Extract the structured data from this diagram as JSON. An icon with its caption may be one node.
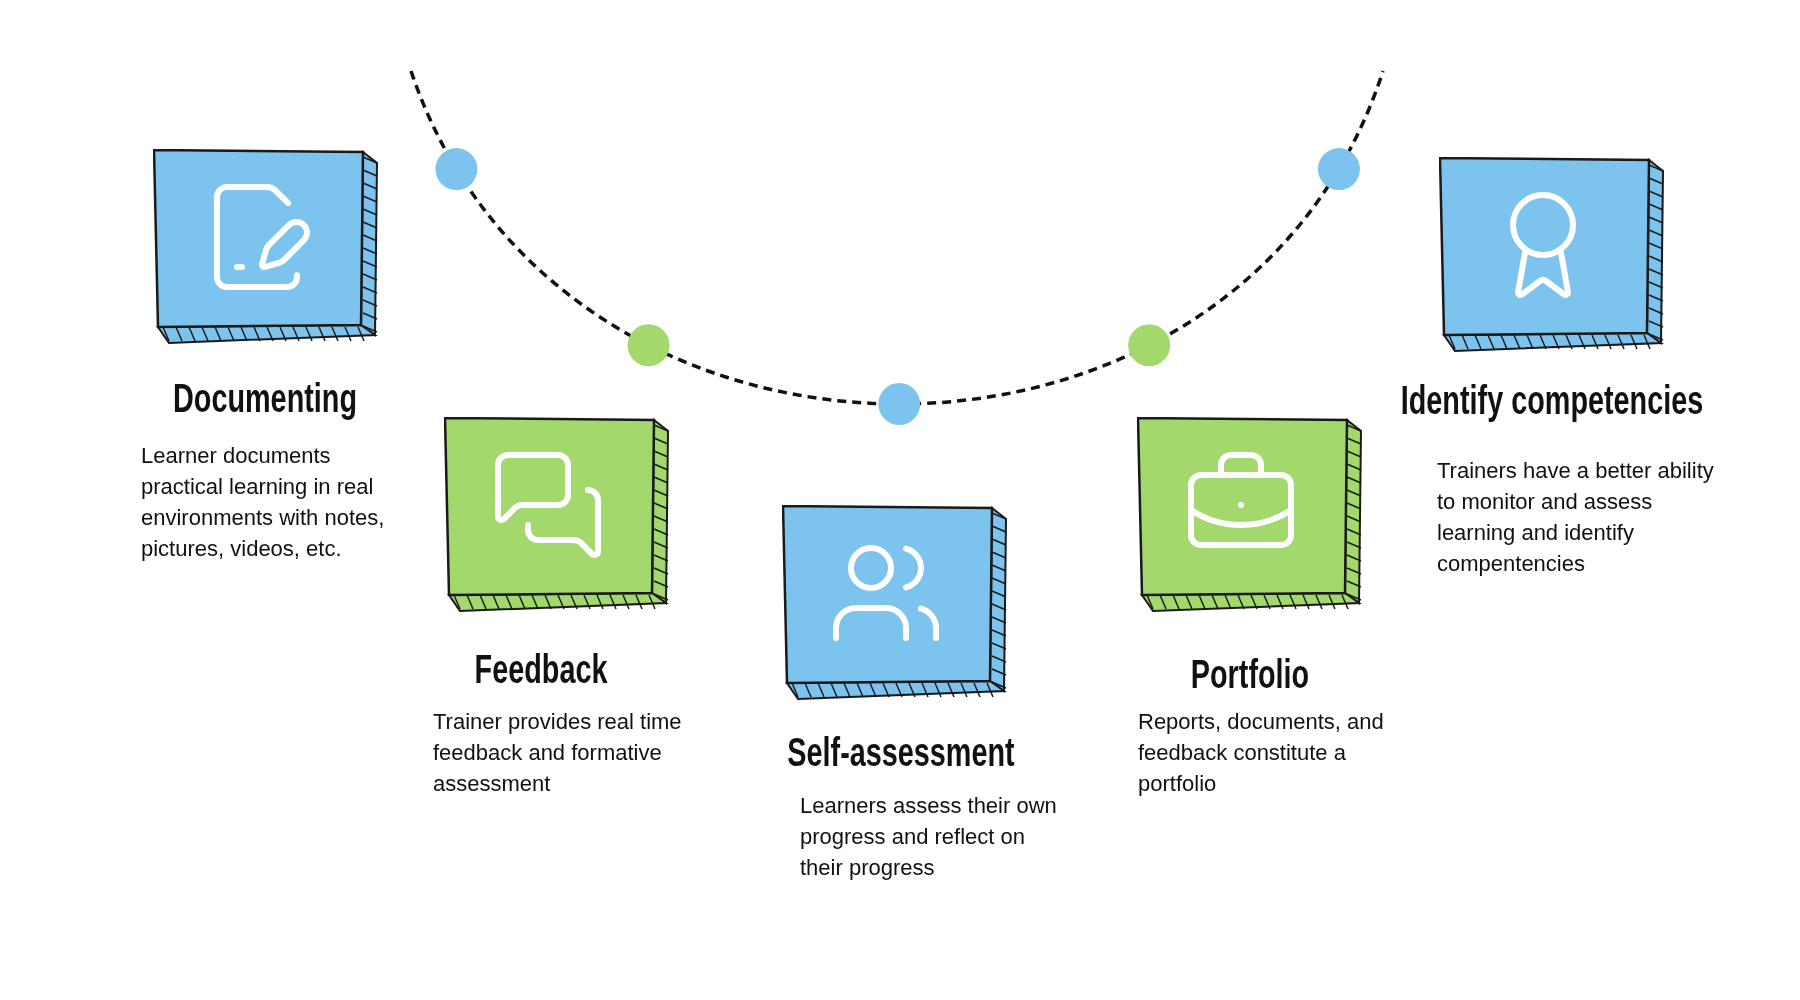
{
  "diagram": {
    "nodes": [
      {
        "text": [
          "Documenting",
          "Learner documents practical learning in real environments with notes, pictures, videos, etc."
        ]
      },
      {
        "text": [
          "Feedback",
          "Trainer provides real time feedback and formative assessment"
        ]
      },
      {
        "text": [
          "Self-assessment",
          "Learners assess their own progress and reflect on their progress"
        ]
      },
      {
        "text": [
          "Portfolio",
          "Reports, documents, and feedback constitute a portfolio"
        ]
      },
      {
        "text": [
          "Identify competencies",
          "Trainers have a better ability to monitor and assess learning and identify compentencies"
        ]
      }
    ]
  }
}
